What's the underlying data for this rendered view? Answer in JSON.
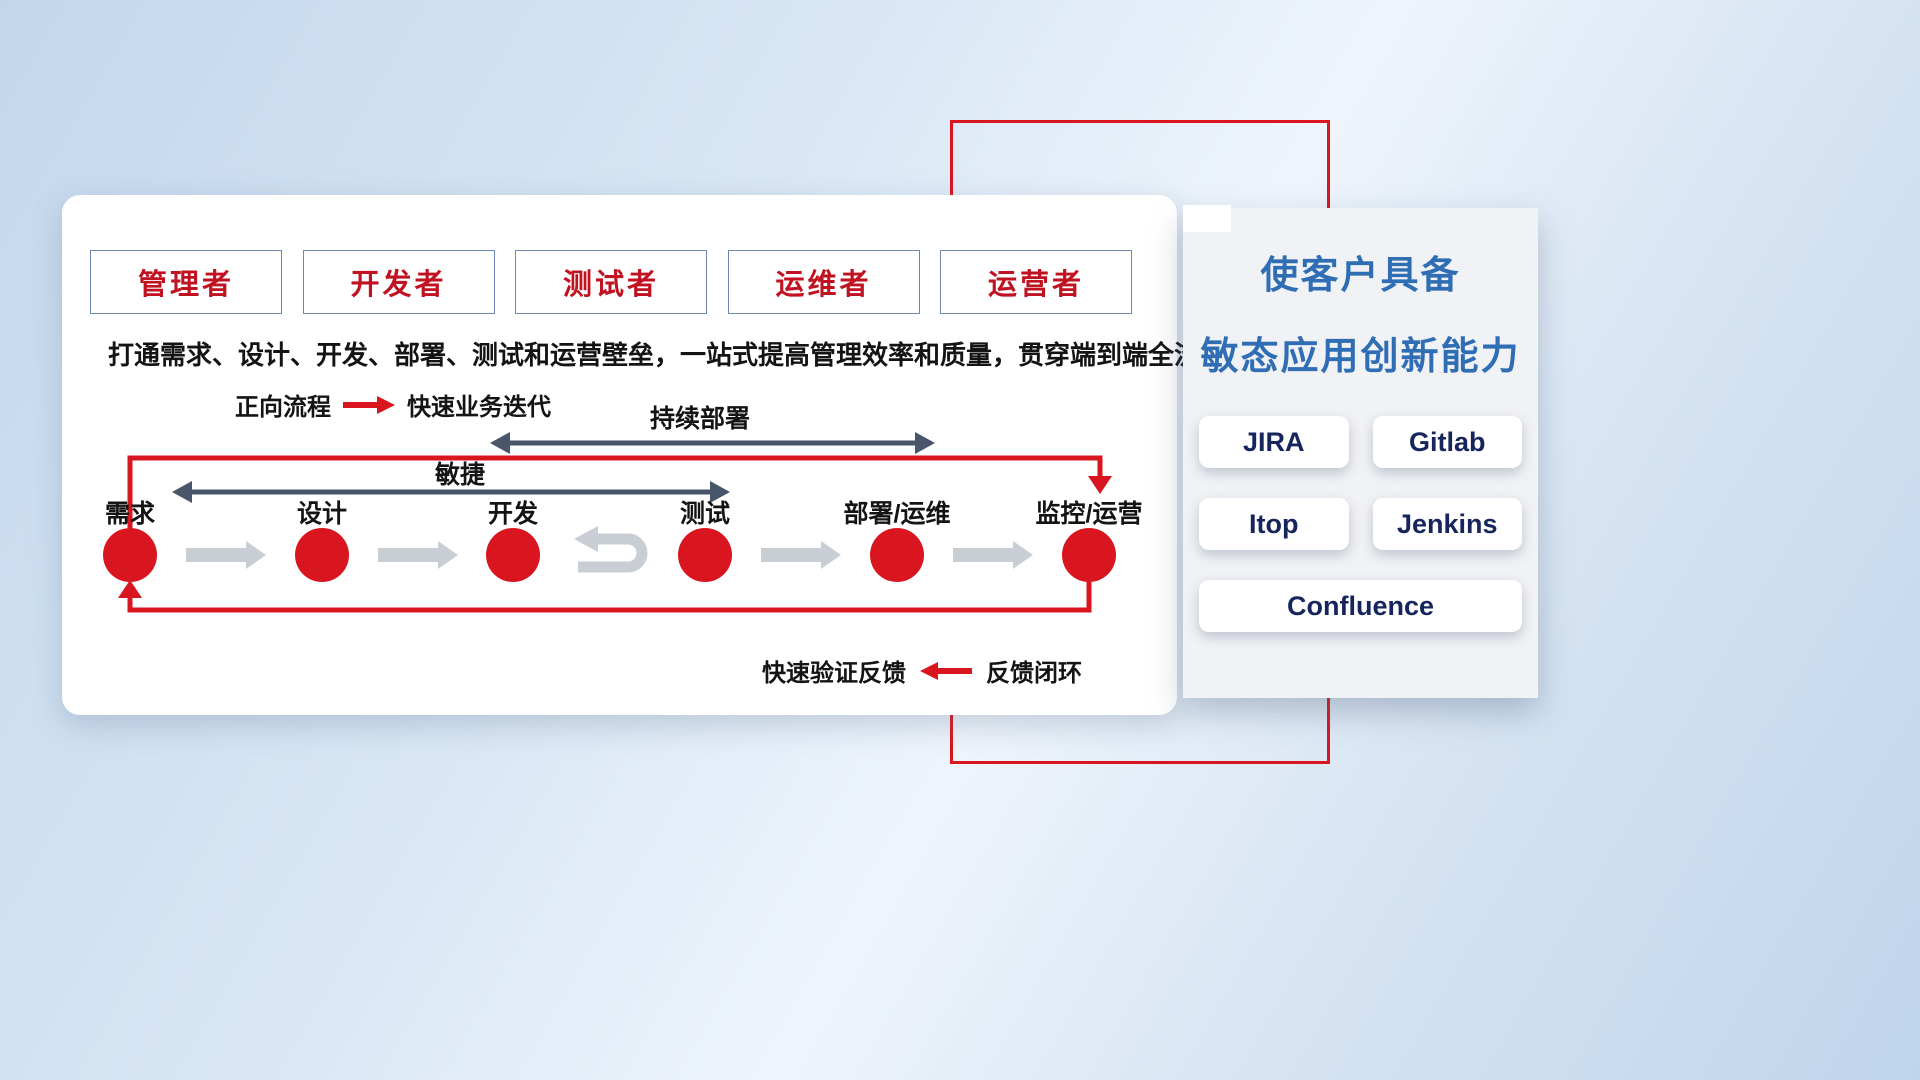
{
  "colors": {
    "accent_red": "#d9151f",
    "role_text_red": "#c01220",
    "role_border_blue": "#6e87b5",
    "dark_arrow": "#49566a",
    "gray_arrow": "#c9ced4",
    "title_blue": "#2f6eb5",
    "tool_text_navy": "#16265c",
    "background_blue": "#cfe0f2"
  },
  "roles": [
    "管理者",
    "开发者",
    "测试者",
    "运维者",
    "运营者"
  ],
  "subtitle": "打通需求、设计、开发、部署、测试和运营壁垒，一站式提高管理效率和质量，贯穿端到端全流程",
  "legend_forward": {
    "label": "正向流程",
    "desc": "快速业务迭代"
  },
  "flow": {
    "nodes": [
      "需求",
      "设计",
      "开发",
      "测试",
      "部署/运维",
      "监控/运营"
    ],
    "agile_label": "敏捷",
    "cd_label": "持续部署"
  },
  "legend_feedback": {
    "desc": "快速验证反馈",
    "label": "反馈闭环"
  },
  "right_panel": {
    "title_line1": "使客户具备",
    "title_line2": "敏态应用创新能力",
    "tools": [
      "JIRA",
      "Gitlab",
      "Itop",
      "Jenkins",
      "Confluence"
    ]
  }
}
